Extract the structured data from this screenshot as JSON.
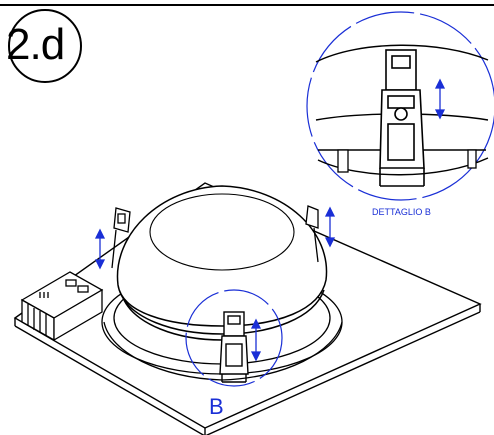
{
  "step_label": "2.d",
  "detail_caption": "DETTAGLIO B",
  "callout_letter": "B",
  "colors": {
    "line": "#000000",
    "accent": "#1a2fd6",
    "background": "#ffffff"
  }
}
